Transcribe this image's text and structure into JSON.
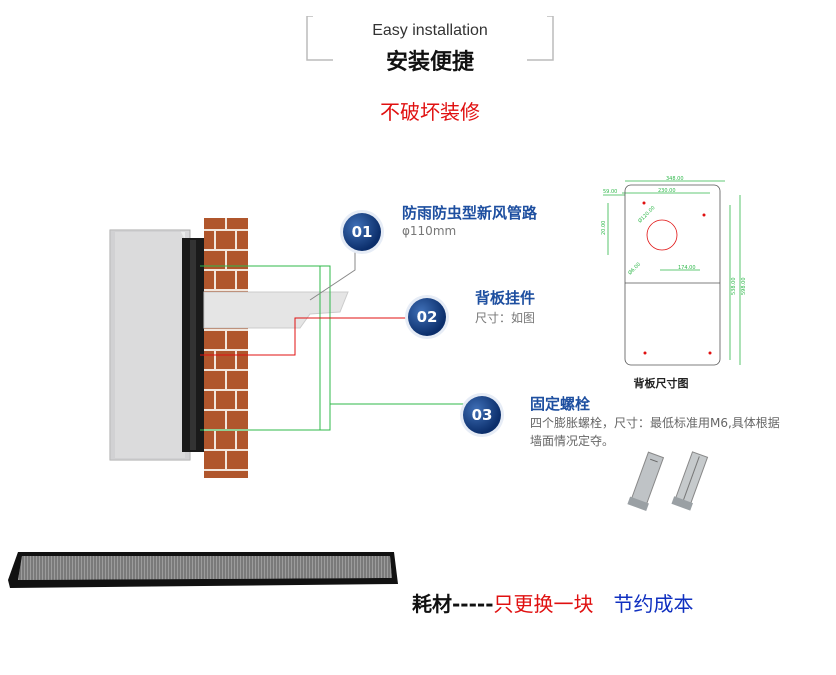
{
  "header": {
    "title_en": "Easy installation",
    "title_cn": "安装便捷",
    "subtitle": "不破坏装修"
  },
  "callouts": [
    {
      "number": "01",
      "title": "防雨防虫型新风管路",
      "subtitle": "φ110mm"
    },
    {
      "number": "02",
      "title": "背板挂件",
      "subtitle": "尺寸：如图"
    },
    {
      "number": "03",
      "title": "固定螺栓",
      "subtitle": "四个膨胀螺栓，尺寸：最低标准用M6,具体根据墙面情况定夺。"
    }
  ],
  "drawing": {
    "label": "背板尺寸图",
    "dims": [
      "348.00",
      "230.00",
      "59.00",
      "174.00",
      "20.00",
      "538.00",
      "598.00",
      "Ø120.00",
      "Ø6.00"
    ]
  },
  "footer": {
    "part1": "耗材-----",
    "part2": "只更换一块",
    "part3": "节约成本"
  },
  "colors": {
    "accent_blue": "#1e4fa0",
    "accent_red": "#e01010",
    "line_green": "#2fb84a",
    "line_red": "#e01010"
  }
}
